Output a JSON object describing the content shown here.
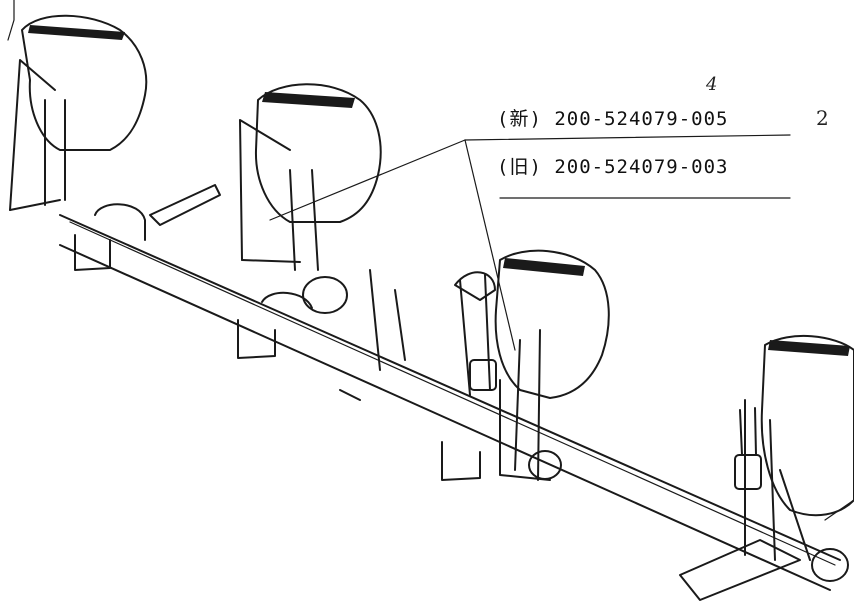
{
  "part_numbers": {
    "new_label": "(新) 200-524079-005",
    "old_label": "(旧) 200-524079-003",
    "handwritten_correction": "4",
    "margin_mark": "2"
  }
}
